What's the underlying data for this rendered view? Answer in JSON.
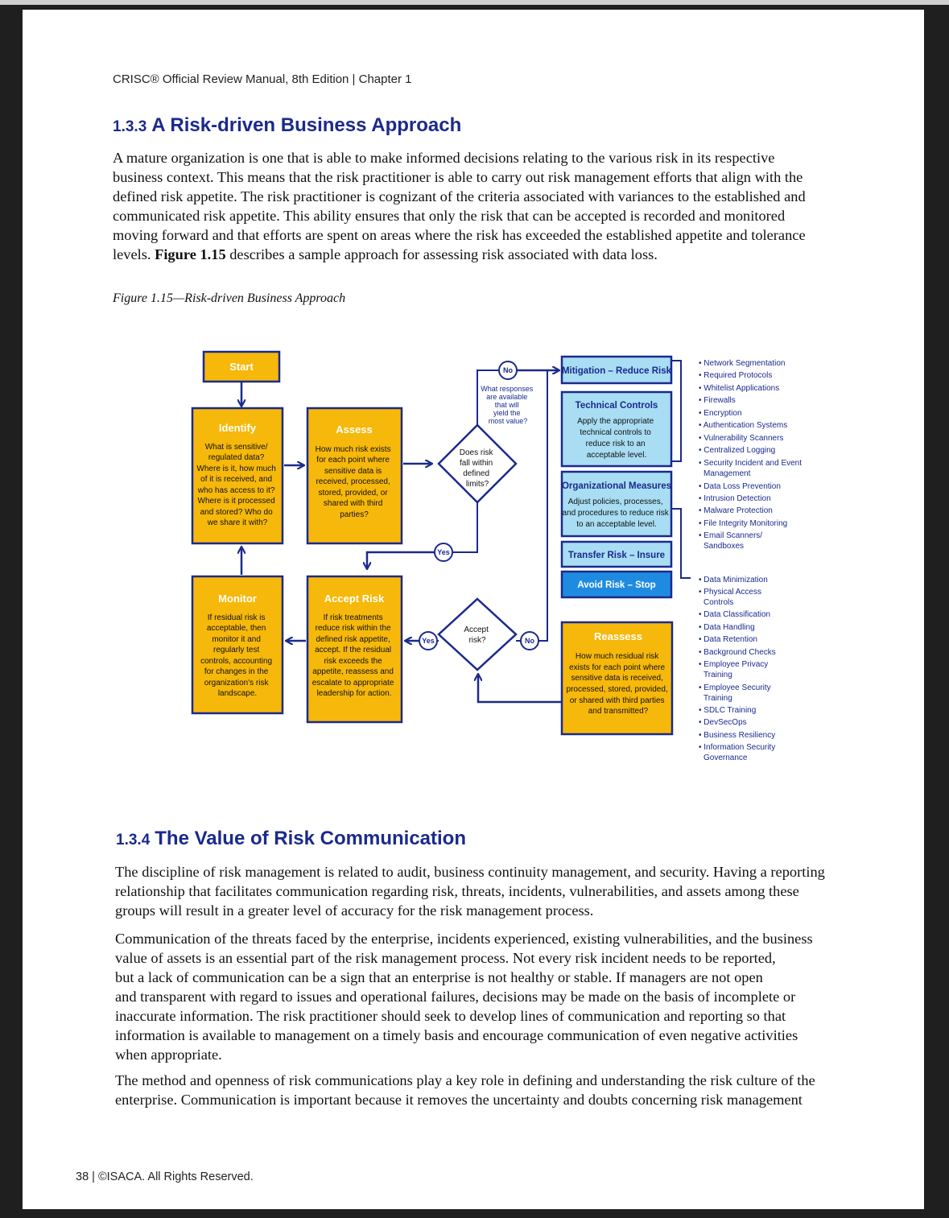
{
  "header": {
    "running_head": "CRISC® Official Review Manual, 8th Edition | Chapter 1"
  },
  "section1": {
    "number": "1.3.3",
    "title": "A Risk-driven Business Approach",
    "lines": [
      "A mature organization is one that is able to make informed decisions relating to the various risk in its respective",
      "business context. This means that the risk practitioner is able to carry out risk management efforts that align with the",
      "defined risk appetite. The risk practitioner is cognizant of the criteria associated with variances to the established and",
      "communicated risk appetite. This ability ensures that only the risk that can be accepted is recorded and monitored",
      "moving forward and that efforts are spent on areas where the risk has exceeded the established appetite and tolerance"
    ],
    "last_line_start": "levels. ",
    "last_line_bold": "Figure 1.15",
    "last_line_end": " describes a sample approach for assessing risk associated with data loss."
  },
  "figure": {
    "caption": "Figure 1.15—Risk-driven Business Approach",
    "start": "Start",
    "identify": {
      "title": "Identify",
      "lines": [
        "What is sensitive/",
        "regulated data?",
        "Where is it, how much",
        "of it is received, and",
        "who has access to it?",
        "Where is it processed",
        "and stored? Who do",
        "we share it with?"
      ]
    },
    "assess": {
      "title": "Assess",
      "lines": [
        "How much risk exists",
        "for each point where",
        "sensitive data is",
        "received, processed,",
        "stored, provided, or",
        "shared with third",
        "parties?"
      ]
    },
    "decision1": [
      "Does risk",
      "fall within",
      "defined",
      "limits?"
    ],
    "no_label": "No",
    "yes_label": "Yes",
    "responses_note": [
      "What responses",
      "are available",
      "that will",
      "yield the",
      "most value?"
    ],
    "mitigation": "Mitigation – Reduce Risk",
    "technical": {
      "title": "Technical Controls",
      "lines": [
        "Apply the appropriate",
        "technical controls to",
        "reduce risk to an",
        "acceptable level."
      ]
    },
    "organizational": {
      "title": "Organizational Measures",
      "lines": [
        "Adjust policies, processes,",
        "and procedures to reduce risk",
        "to an acceptable level."
      ]
    },
    "transfer": "Transfer Risk – Insure",
    "avoid": "Avoid Risk – Stop",
    "monitor": {
      "title": "Monitor",
      "lines": [
        "If residual risk is",
        "acceptable, then",
        "monitor it and",
        "regularly test",
        "controls, accounting",
        "for changes in the",
        "organization's risk",
        "landscape."
      ]
    },
    "accept": {
      "title": "Accept Risk",
      "lines": [
        "If risk treatments",
        "reduce risk within the",
        "defined risk appetite,",
        "accept. If the residual",
        "risk exceeds the",
        "appetite, reassess and",
        "escalate to appropriate",
        "leadership for action."
      ]
    },
    "decision2": [
      "Accept",
      "risk?"
    ],
    "reassess": {
      "title": "Reassess",
      "lines": [
        "How much residual risk",
        "exists for each point where",
        "sensitive data is received,",
        "processed, stored, provided,",
        "or shared with third parties",
        "and transmitted?"
      ]
    },
    "tech_list": [
      "• Network Segmentation",
      "• Required Protocols",
      "• Whitelist Applications",
      "• Firewalls",
      "• Encryption",
      "• Authentication Systems",
      "• Vulnerability Scanners",
      "• Centralized Logging",
      "• Security Incident and Event",
      "  Management",
      "• Data Loss Prevention",
      "• Intrusion Detection",
      "• Malware Protection",
      "• File Integrity Monitoring",
      "• Email Scanners/",
      "  Sandboxes"
    ],
    "org_list": [
      "• Data Minimization",
      "• Physical Access",
      "  Controls",
      "• Data Classification",
      "• Data Handling",
      "• Data Retention",
      "• Background Checks",
      "• Employee Privacy",
      "  Training",
      "• Employee Security",
      "  Training",
      "• SDLC Training",
      "• DevSecOps",
      "• Business Resiliency",
      "• Information Security",
      "  Governance"
    ]
  },
  "section2": {
    "number": "1.3.4",
    "title": "The Value of Risk Communication",
    "p1": [
      "The discipline of risk management is related to audit, business continuity management, and security. Having a reporting",
      "relationship that facilitates communication regarding risk, threats, incidents, vulnerabilities, and assets among these",
      "groups will result in a greater level of accuracy for the risk management process."
    ],
    "p2": [
      "Communication of the threats faced by the enterprise, incidents experienced, existing vulnerabilities, and the business",
      "value of assets is an essential part of the risk management process. Not every risk incident needs to be reported,",
      "but a lack of communication can be a sign that an enterprise is not healthy or stable. If managers are not open",
      "and transparent with regard to issues and operational failures, decisions may be made on the basis of incomplete or",
      "inaccurate information. The risk practitioner should seek to develop lines of communication and reporting so that",
      "information is available to management on a timely basis and encourage communication of even negative activities",
      "when appropriate."
    ],
    "p3": [
      "The method and openness of risk communications play a key role in defining and understanding the risk culture of the",
      "enterprise. Communication is important because it removes the uncertainty and doubts concerning risk management"
    ]
  },
  "footer": {
    "text": "38 | ©ISACA. All Rights Reserved."
  }
}
